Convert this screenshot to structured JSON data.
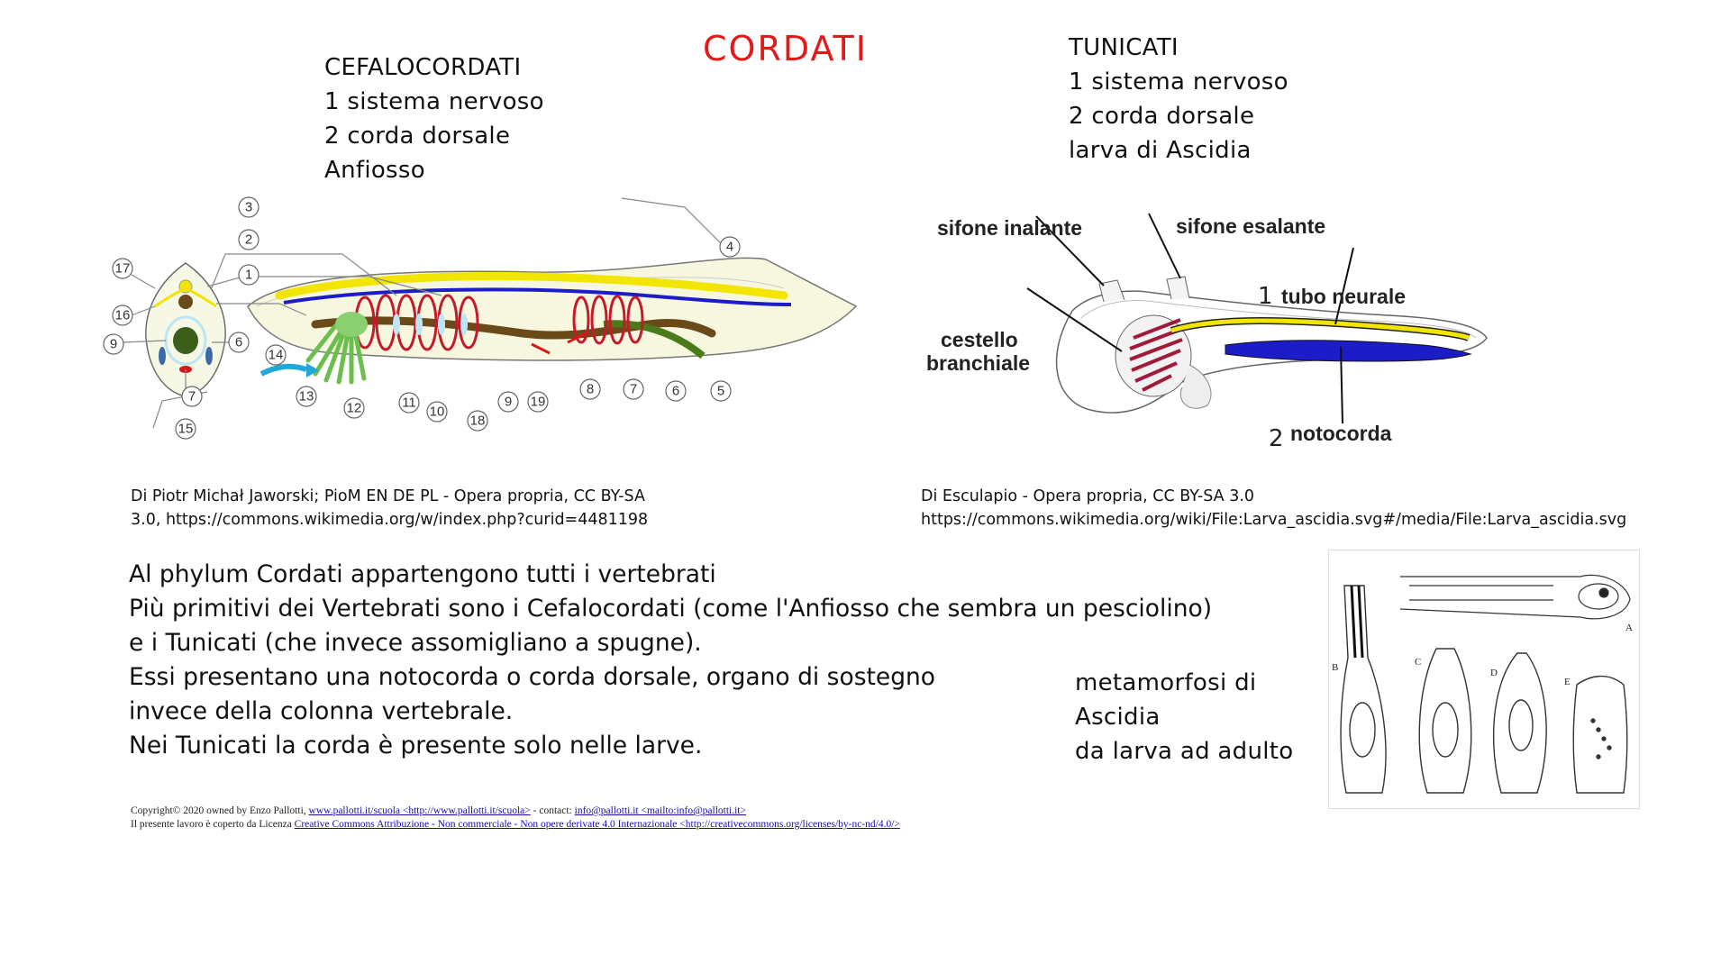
{
  "title": "CORDATI",
  "cefalocordati": {
    "heading": "CEFALOCORDATI",
    "line1": "1 sistema nervoso",
    "line2": "2 corda dorsale",
    "line3": "Anfiosso"
  },
  "tunicati": {
    "heading": "TUNICATI",
    "line1": "1 sistema nervoso",
    "line2": "2 corda dorsale",
    "line3": "larva di Ascidia"
  },
  "amphioxus_diagram": {
    "numbers": [
      "17",
      "16",
      "9",
      "3",
      "2",
      "1",
      "6",
      "7",
      "15",
      "14",
      "13",
      "12",
      "11",
      "10",
      "18",
      "9",
      "19",
      "8",
      "7",
      "6",
      "5",
      "4"
    ]
  },
  "larva_diagram": {
    "labels": {
      "sifone_inalante": "sifone inalante",
      "sifone_esalante": "sifone esalante",
      "cestello_1": "cestello",
      "cestello_2": "branchiale",
      "tubo_num": "1",
      "tubo": "tubo neurale",
      "noto_num": "2",
      "notocorda": "notocorda"
    }
  },
  "credits": {
    "left_1": "Di Piotr Michał Jaworski; PioM EN DE PL - Opera propria, CC BY-SA",
    "left_2": "3.0, https://commons.wikimedia.org/w/index.php?curid=4481198",
    "right_1": "Di Esculapio - Opera propria, CC BY-SA 3.0",
    "right_2": "https://commons.wikimedia.org/wiki/File:Larva_ascidia.svg#/media/File:Larva_ascidia.svg"
  },
  "body": {
    "line1": "Al phylum Cordati appartengono tutti i vertebrati",
    "line2": "Più primitivi dei Vertebrati sono i Cefalocordati (come l'Anfiosso che sembra un pesciolino)",
    "line3": "e i Tunicati (che invece assomigliano a spugne).",
    "line4": "Essi presentano una notocorda o corda dorsale, organo di sostegno",
    "line5": "invece della colonna vertebrale.",
    "line6": "Nei Tunicati la corda è presente solo nelle larve."
  },
  "metamorfosi": {
    "line1": "metamorfosi di",
    "line2": "Ascidia",
    "line3": "da larva ad adulto",
    "figure_letters": [
      "A",
      "B",
      "C",
      "D",
      "E"
    ]
  },
  "legal": {
    "line1_prefix": "Copyright© 2020 owned by Enzo Pallotti, ",
    "line1_link1": "www.pallotti.it/scuola <http://www.pallotti.it/scuola>",
    "line1_mid": " - contact: ",
    "line1_link2": "info@pallotti.it <mailto:info@pallotti.it>",
    "line2_prefix": "Il presente lavoro è coperto da Licenza ",
    "line2_link": "Creative Commons Attribuzione - Non commerciale - Non opere derivate 4.0 Internazionale <http://creativecommons.org/licenses/by-nc-nd/4.0/>"
  },
  "colors": {
    "title": "#e21a1a",
    "nerve": "#f2e600",
    "notochord": "#1c1cc8",
    "gill": "#c41a2a",
    "gut": "#6b4a1a",
    "tentacles": "#6cbf4e",
    "water": "#22a8d8"
  }
}
